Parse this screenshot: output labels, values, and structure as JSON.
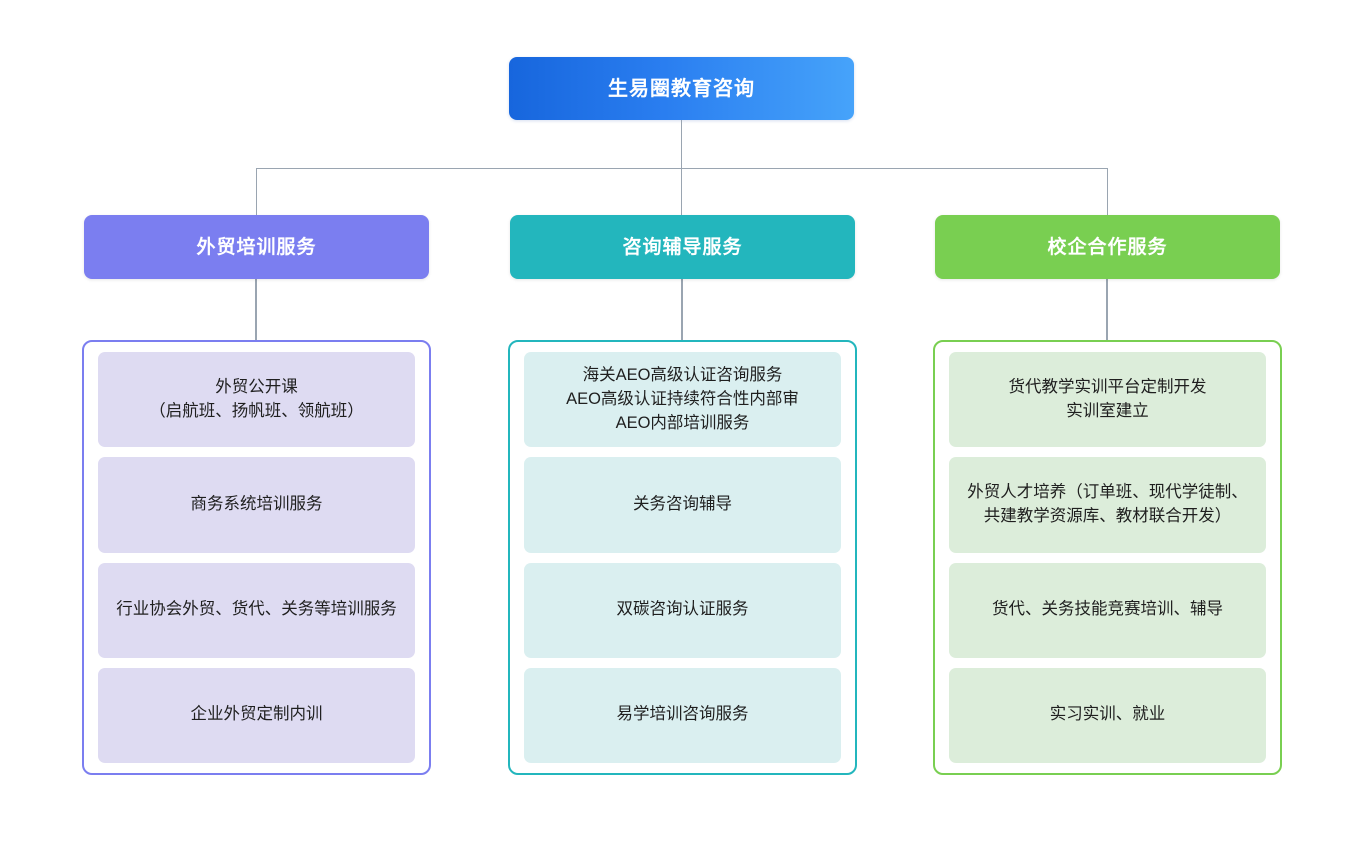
{
  "chart_data": {
    "type": "diagram",
    "diagram_kind": "organization-tree",
    "title": "生易圈教育咨询",
    "levels": 3,
    "branch_count": 3
  },
  "root": {
    "label": "生易圈教育咨询",
    "color": "#1766dd",
    "gradient_to": "#46a3fa"
  },
  "branches": [
    {
      "header": "外贸培训服务",
      "color": "#7b7ef0",
      "item_bg": "#dedbf2",
      "items": [
        "外贸公开课\n（启航班、扬帆班、领航班）",
        "商务系统培训服务",
        "行业协会外贸、货代、关务等培训服务",
        "企业外贸定制内训"
      ]
    },
    {
      "header": "咨询辅导服务",
      "color": "#23b6bd",
      "item_bg": "#daeff0",
      "items": [
        "海关AEO高级认证咨询服务\nAEO高级认证持续符合性内部审\nAEO内部培训服务",
        "关务咨询辅导",
        "双碳咨询认证服务",
        "易学培训咨询服务"
      ]
    },
    {
      "header": "校企合作服务",
      "color": "#79cf51",
      "item_bg": "#dcedda",
      "items": [
        "货代教学实训平台定制开发\n实训室建立",
        "外贸人才培养（订单班、现代学徒制、共建教学资源库、教材联合开发）",
        "货代、关务技能竞赛培训、辅导",
        "实习实训、就业"
      ]
    }
  ],
  "connector": {
    "color": "#9aa5b1"
  }
}
